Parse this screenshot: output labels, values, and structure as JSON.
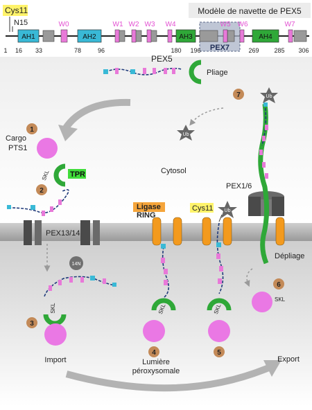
{
  "title": "Modèle de navette de PEX5",
  "domain_map": {
    "cys11": "Cys11",
    "n15": "N15",
    "segments": [
      {
        "label": "AH1",
        "type": "ah"
      },
      {
        "label": "W0",
        "type": "w"
      },
      {
        "label": "AH2",
        "type": "ah"
      },
      {
        "label": "W1",
        "type": "w"
      },
      {
        "label": "W2",
        "type": "w"
      },
      {
        "label": "W3",
        "type": "w"
      },
      {
        "label": "W4",
        "type": "w"
      },
      {
        "label": "AH3",
        "type": "ah"
      },
      {
        "label": "W5",
        "type": "w"
      },
      {
        "label": "W6",
        "type": "w"
      },
      {
        "label": "AH4",
        "type": "ah"
      },
      {
        "label": "W7",
        "type": "w"
      }
    ],
    "pex7": "PEX7",
    "positions": [
      "1",
      "16",
      "33",
      "78",
      "96",
      "180",
      "196",
      "269",
      "285",
      "306"
    ]
  },
  "labels": {
    "pex5": "PEX5",
    "folding": "Pliage",
    "cargo": "Cargo",
    "pts1": "PTS1",
    "tpr": "TPR",
    "skl": "SKL",
    "cytosol": "Cytosol",
    "pex13_14": "PEX13/14",
    "ligase": "Ligase",
    "ring": "RING",
    "cys11": "Cys11",
    "ub": "Ub",
    "pex1_6": "PEX1/6",
    "unfolding": "Dépliage",
    "n14": "14N",
    "import": "Import",
    "lumen_1": "Lumière",
    "lumen_2": "péroxysomale",
    "export": "Export"
  },
  "steps": [
    "1",
    "2",
    "3",
    "4",
    "5",
    "6",
    "7"
  ],
  "colors": {
    "ah": "#39b9d6",
    "w": "#e879d8",
    "pex7": "#a9b3c7",
    "green": "#2fa838",
    "pink_cargo": "#ea78e4",
    "orange": "#f39a1e",
    "step": "#c38a58",
    "membrane": "#bdbdbd",
    "gray_arrow": "#b3b3b3",
    "label_yellow": "#fff36a",
    "label_green": "#41dd3a",
    "label_pink": "#f29af0",
    "label_orange": "#f5a53b"
  }
}
